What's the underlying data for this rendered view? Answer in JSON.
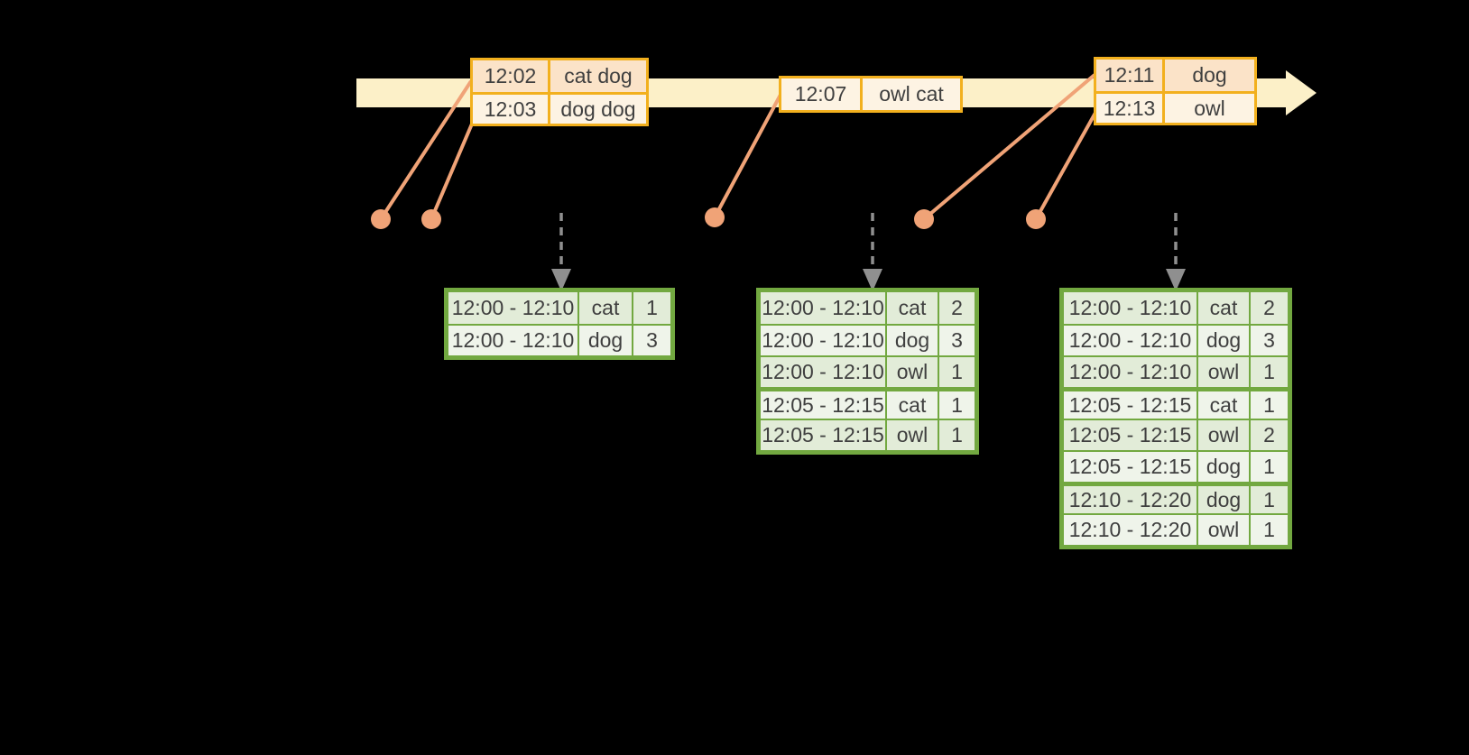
{
  "colors": {
    "background": "#000000",
    "timeline_band": "#fcf0c8",
    "event_border": "#f2b01e",
    "event_row_dark": "#fbe3c8",
    "event_row_light": "#fdf3e3",
    "connector": "#f0a377",
    "result_border": "#72a840",
    "result_row_dark": "#e2ecd8",
    "result_row_light": "#eff4ea",
    "dashed_arrow": "#8f8f8f",
    "text": "#3f3f3f"
  },
  "timeline": {
    "event_tables": [
      {
        "rows": [
          {
            "time": "12:02",
            "words": "cat dog"
          },
          {
            "time": "12:03",
            "words": "dog dog"
          }
        ]
      },
      {
        "rows": [
          {
            "time": "12:07",
            "words": "owl cat"
          }
        ]
      },
      {
        "rows": [
          {
            "time": "12:11",
            "words": "dog"
          },
          {
            "time": "12:13",
            "words": "owl"
          }
        ]
      }
    ]
  },
  "result_tables": [
    {
      "rows": [
        [
          "12:00 - 12:10",
          "cat",
          "1"
        ],
        [
          "12:00 - 12:10",
          "dog",
          "3"
        ]
      ],
      "group_breaks": []
    },
    {
      "rows": [
        [
          "12:00 - 12:10",
          "cat",
          "2"
        ],
        [
          "12:00 - 12:10",
          "dog",
          "3"
        ],
        [
          "12:00 - 12:10",
          "owl",
          "1"
        ],
        [
          "12:05 - 12:15",
          "cat",
          "1"
        ],
        [
          "12:05 - 12:15",
          "owl",
          "1"
        ]
      ],
      "group_breaks": [
        3
      ]
    },
    {
      "rows": [
        [
          "12:00 - 12:10",
          "cat",
          "2"
        ],
        [
          "12:00 - 12:10",
          "dog",
          "3"
        ],
        [
          "12:00 - 12:10",
          "owl",
          "1"
        ],
        [
          "12:05 - 12:15",
          "cat",
          "1"
        ],
        [
          "12:05 - 12:15",
          "owl",
          "2"
        ],
        [
          "12:05 - 12:15",
          "dog",
          "1"
        ],
        [
          "12:10 - 12:20",
          "dog",
          "1"
        ],
        [
          "12:10 - 12:20",
          "owl",
          "1"
        ]
      ],
      "group_breaks": [
        3,
        6
      ]
    }
  ]
}
